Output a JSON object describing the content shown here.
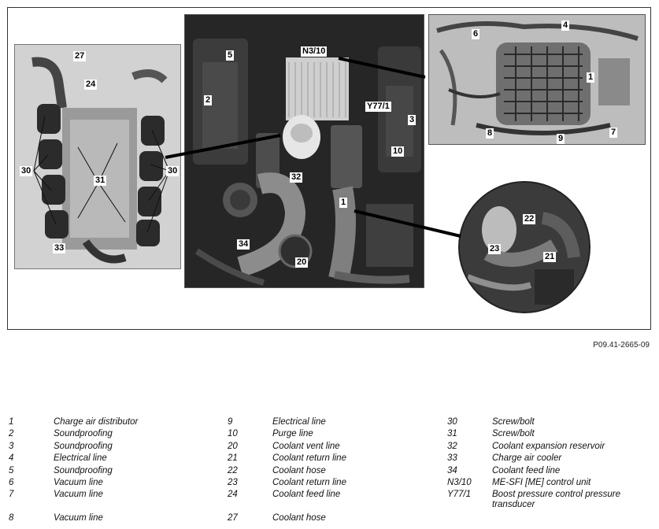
{
  "figure": {
    "code": "P09.41-2665-09",
    "main_callouts": [
      "5",
      "N3/10",
      "2",
      "Y77/1",
      "3",
      "10",
      "32",
      "1",
      "34",
      "20"
    ],
    "left_callouts": [
      "27",
      "24",
      "30",
      "31",
      "30",
      "33"
    ],
    "topright_callouts": [
      "6",
      "4",
      "1",
      "8",
      "9",
      "7"
    ],
    "circle_callouts": [
      "22",
      "23",
      "21"
    ]
  },
  "legend": {
    "col1": [
      {
        "num": "1",
        "text": "Charge air distributor"
      },
      {
        "num": "2",
        "text": "Soundproofing"
      },
      {
        "num": "3",
        "text": "Soundproofing"
      },
      {
        "num": "4",
        "text": "Electrical line"
      },
      {
        "num": "5",
        "text": "Soundproofing"
      },
      {
        "num": "6",
        "text": "Vacuum line"
      },
      {
        "num": "7",
        "text": "Vacuum line"
      },
      {
        "num": "8",
        "text": "Vacuum line"
      }
    ],
    "col2": [
      {
        "num": "9",
        "text": "Electrical line"
      },
      {
        "num": "10",
        "text": "Purge line"
      },
      {
        "num": "20",
        "text": "Coolant vent line"
      },
      {
        "num": "21",
        "text": "Coolant return line"
      },
      {
        "num": "22",
        "text": "Coolant hose"
      },
      {
        "num": "23",
        "text": "Coolant return line"
      },
      {
        "num": "24",
        "text": "Coolant feed line"
      },
      {
        "num": "27",
        "text": "Coolant hose"
      }
    ],
    "col3": [
      {
        "num": "30",
        "text": "Screw/bolt"
      },
      {
        "num": "31",
        "text": "Screw/bolt"
      },
      {
        "num": "32",
        "text": "Coolant expansion reservoir"
      },
      {
        "num": "33",
        "text": "Charge air cooler"
      },
      {
        "num": "34",
        "text": "Coolant feed line"
      },
      {
        "num": "N3/10",
        "text": "ME-SFI [ME] control unit"
      },
      {
        "num": "Y77/1",
        "text": "Boost pressure control pressure transducer"
      }
    ]
  }
}
